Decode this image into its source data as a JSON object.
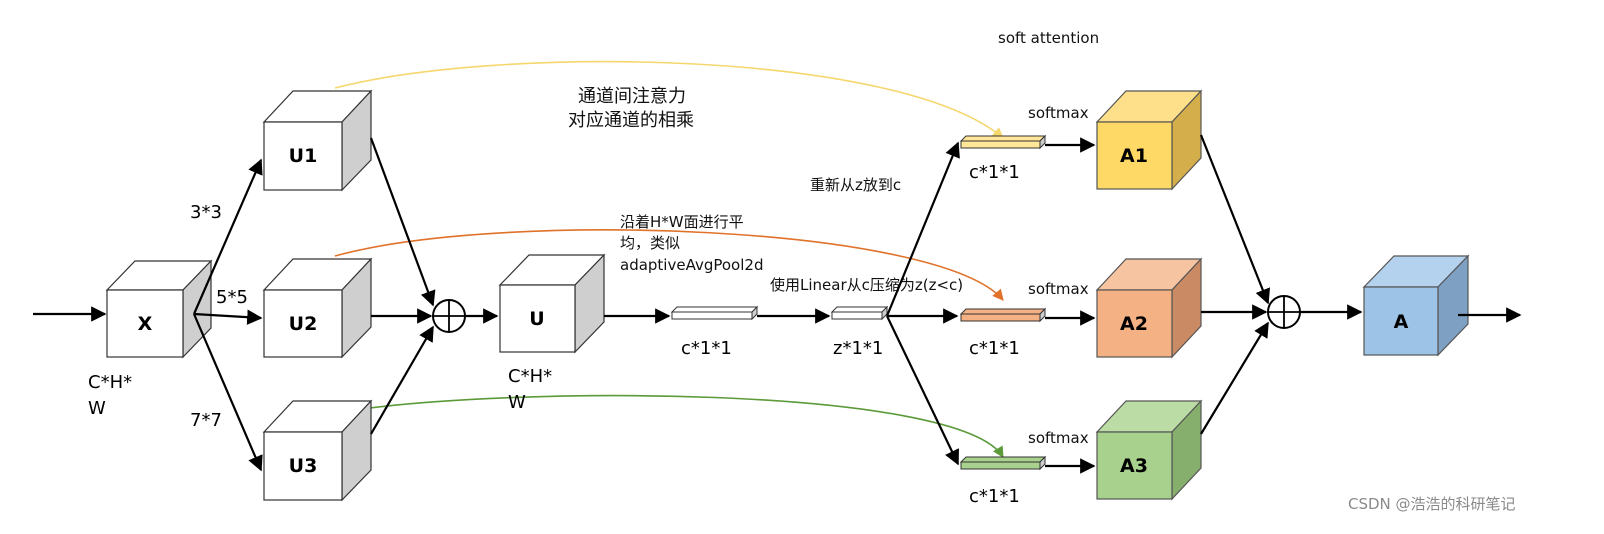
{
  "diagram": {
    "nodes": {
      "x": {
        "label": "X",
        "dims": [
          "C*H*",
          "W"
        ]
      },
      "u1": {
        "label": "U1"
      },
      "u2": {
        "label": "U2"
      },
      "u3": {
        "label": "U3"
      },
      "u": {
        "label": "U",
        "dims": [
          "C*H*",
          "W"
        ]
      },
      "pool": {
        "dims": "c*1*1"
      },
      "z": {
        "dims": "z*1*1"
      },
      "c1": {
        "dims": "c*1*1",
        "softmax": "softmax"
      },
      "c2": {
        "dims": "c*1*1",
        "softmax": "softmax"
      },
      "c3": {
        "dims": "c*1*1",
        "softmax": "softmax"
      },
      "a1": {
        "label": "A1",
        "color": "#FFD966"
      },
      "a2": {
        "label": "A2",
        "color": "#F4B183"
      },
      "a3": {
        "label": "A3",
        "color": "#A9D18E"
      },
      "a": {
        "label": "A",
        "color": "#9DC3E6"
      }
    },
    "kernels": {
      "k3": "3*3",
      "k5": "5*5",
      "k7": "7*7"
    },
    "annotations": {
      "soft_attention": "soft attention",
      "channel_attention_line1": "通道间注意力",
      "channel_attention_line2": "对应通道的相乘",
      "rescale": "重新从z放到c",
      "avgpool_line1": "沿着H*W面进行平",
      "avgpool_line2": "均，类似",
      "avgpool_line3": "adaptiveAvgPool2d",
      "linear": "使用Linear从c压缩为z(z<c)"
    },
    "curve_colors": {
      "u1": "#F5D76E",
      "u2": "#E0722A",
      "u3": "#5C9A3A"
    },
    "watermark": "CSDN @浩浩的科研笔记"
  }
}
